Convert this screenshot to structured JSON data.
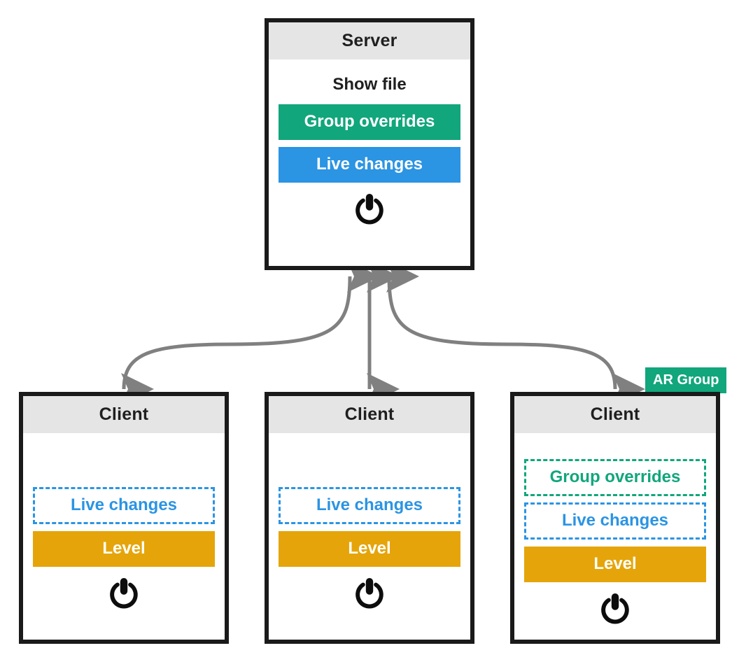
{
  "diagram": {
    "title": "Server and client synchronization diagram",
    "colors": {
      "green": "#11a67c",
      "blue": "#2b94e3",
      "amber": "#e5a50a",
      "header_gray": "#e5e5e5",
      "border_black": "#1a1a1a",
      "connector_gray": "#808080",
      "text_dark": "#1f1f1f",
      "text_white": "#ffffff"
    },
    "badge": {
      "label": "AR Group"
    },
    "server": {
      "header": "Server",
      "plain_label": "Show file",
      "bars": [
        {
          "label": "Group overrides",
          "style": "green"
        },
        {
          "label": "Live changes",
          "style": "blue"
        }
      ],
      "power_icon": "power-icon"
    },
    "clients": [
      {
        "header": "Client",
        "ghosts": [
          {
            "label": "Live changes",
            "style": "blue"
          }
        ],
        "bars": [
          {
            "label": "Level",
            "style": "amber"
          }
        ],
        "power_icon": "power-icon"
      },
      {
        "header": "Client",
        "ghosts": [
          {
            "label": "Live changes",
            "style": "blue"
          }
        ],
        "bars": [
          {
            "label": "Level",
            "style": "amber"
          }
        ],
        "power_icon": "power-icon"
      },
      {
        "header": "Client",
        "ghosts": [
          {
            "label": "Group overrides",
            "style": "green"
          },
          {
            "label": "Live changes",
            "style": "blue"
          }
        ],
        "bars": [
          {
            "label": "Level",
            "style": "amber"
          }
        ],
        "power_icon": "power-icon"
      }
    ],
    "connectors": [
      {
        "name": "server-to-client-left",
        "from": "server",
        "to": "client-1",
        "direction": "bidirectional"
      },
      {
        "name": "server-to-client-middle",
        "from": "server",
        "to": "client-2",
        "direction": "bidirectional"
      },
      {
        "name": "server-to-client-right",
        "from": "server",
        "to": "client-3",
        "direction": "bidirectional"
      }
    ]
  }
}
